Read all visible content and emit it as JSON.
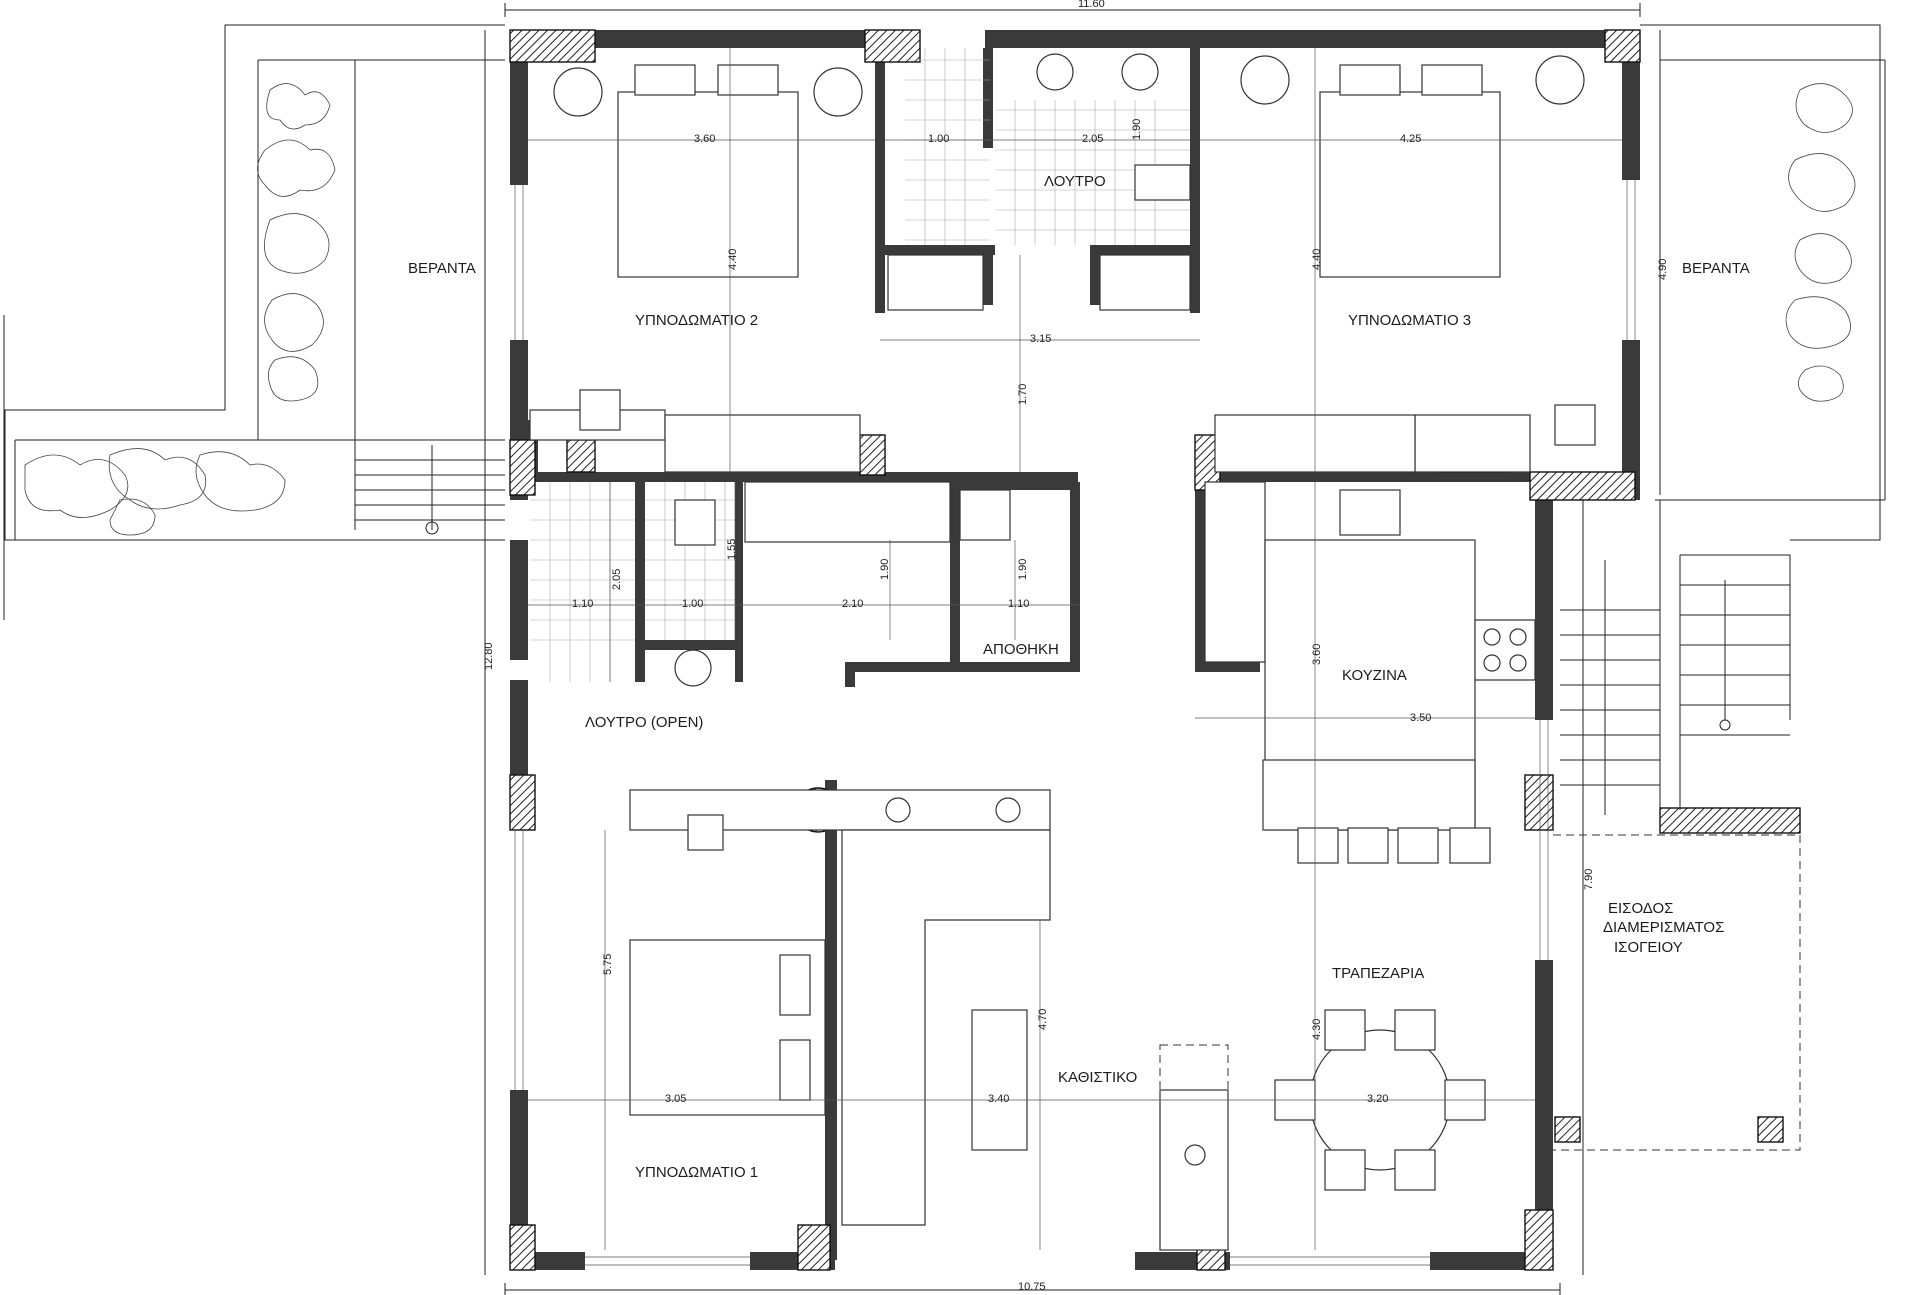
{
  "rooms": {
    "veranda_left": "ΒΕΡΑΝΤΑ",
    "veranda_right": "ΒΕΡΑΝΤΑ",
    "bedroom2": "ΥΠΝΟΔΩΜΑΤΙΟ 2",
    "bedroom3": "ΥΠΝΟΔΩΜΑΤΙΟ 3",
    "bathroom": "ΛΟΥΤΡΟ",
    "bathroom_open": "ΛΟΥΤΡΟ (OPEN)",
    "storage": "ΑΠΟΘΗΚΗ",
    "kitchen": "ΚΟΥΖΙΝΑ",
    "dining": "ΤΡΑΠΕΖΑΡΙΑ",
    "living": "ΚΑΘΙΣΤΙΚΟ",
    "bedroom1": "ΥΠΝΟΔΩΜΑΤΙΟ 1",
    "entrance_1": "ΕΙΣΟΔΟΣ",
    "entrance_2": "ΔΙΑΜΕΡΙΣΜΑΤΟΣ",
    "entrance_3": "ΙΣΟΓΕΙΟΥ"
  },
  "dimensions": {
    "top_total": "11.60",
    "bottom_total": "10.75",
    "left_total": "12.80",
    "right_total": "7.90",
    "right_veranda": "4.90",
    "bed2_width": "3.60",
    "bed2_depth": "4.40",
    "bath_a": "1.00",
    "bath_b": "2.05",
    "bath_c": "1.90",
    "bed3_width": "4.25",
    "bed3_depth": "4.40",
    "hall_width": "3.15",
    "hall_depth": "1.70",
    "wc_depth": "2.05",
    "wc_width": "1.10",
    "shower_depth": "1.55",
    "shower_width": "1.00",
    "wardrobe_width": "2.10",
    "wardrobe_depth": "1.90",
    "storage_width": "1.10",
    "storage_depth": "1.90",
    "kitchen_depth": "3.60",
    "kitchen_width": "3.50",
    "bed1_depth": "5.75",
    "bed1_width": "3.05",
    "living_width": "3.40",
    "living_depth": "4.70",
    "dining_width": "3.20",
    "dining_depth": "4.30"
  }
}
